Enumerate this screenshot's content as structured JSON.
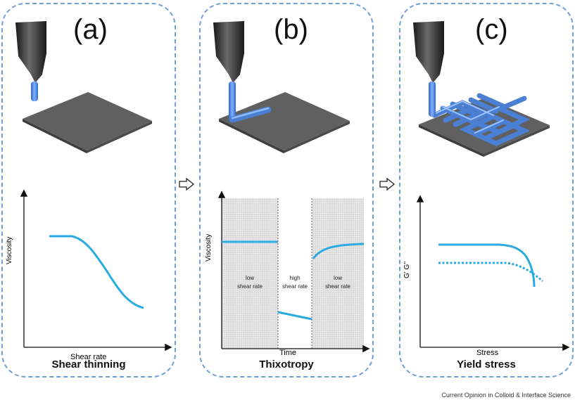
{
  "panels": [
    {
      "letter": "(a)",
      "title": "Shear thinning",
      "chart_data": {
        "type": "line",
        "xlabel": "Shear rate",
        "ylabel": "Viscosity",
        "series": [
          {
            "values": []
          }
        ]
      }
    },
    {
      "letter": "(b)",
      "title": "Thixotropy",
      "chart_data": {
        "type": "line",
        "xlabel": "Time",
        "ylabel": "Viscosity",
        "regions": [
          {
            "label_line1": "low",
            "label_line2": "shear rate",
            "shaded": true
          },
          {
            "label_line1": "high",
            "label_line2": "shear rate",
            "shaded": false
          },
          {
            "label_line1": "low",
            "label_line2": "shear rate",
            "shaded": true
          }
        ]
      }
    },
    {
      "letter": "(c)",
      "title": "Yield stress",
      "chart_data": {
        "type": "line",
        "xlabel": "Stress",
        "ylabel": "G' G''",
        "series_styles": [
          "solid",
          "dotted"
        ]
      }
    }
  ],
  "colors": {
    "accent": "#29abe2",
    "border": "#6f9fd6",
    "filament": "#4a7fd4",
    "plate": "#5f5f5f",
    "shade": "#d9d9d9"
  },
  "footer": "Current Opinion in Colloid & Interface Science"
}
